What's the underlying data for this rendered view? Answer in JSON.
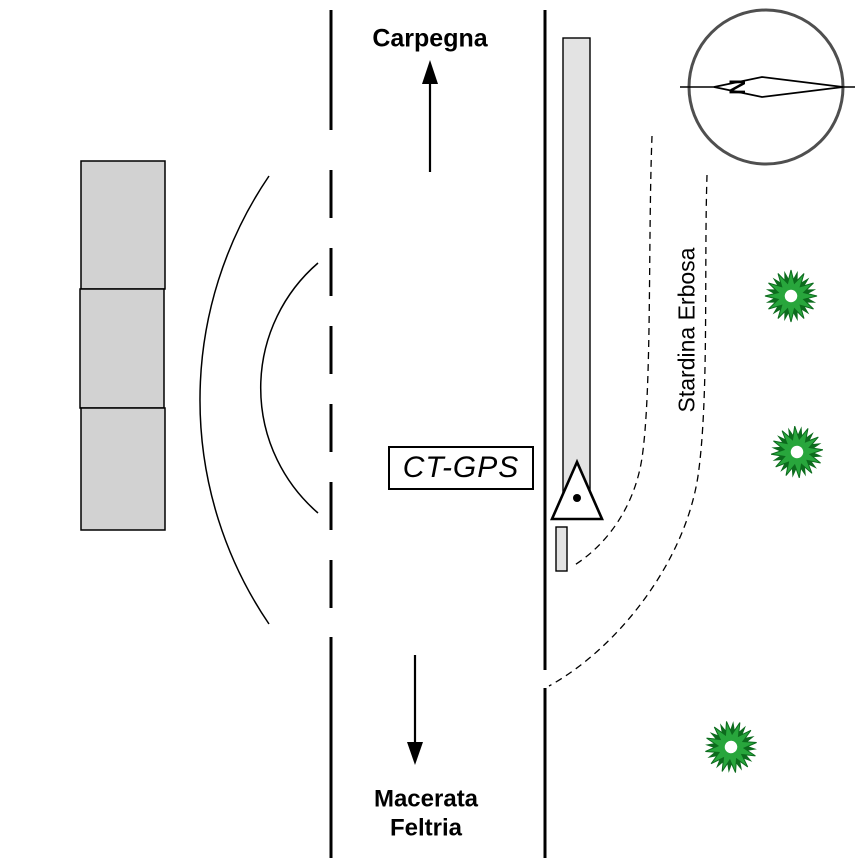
{
  "diagram": {
    "type": "site-sketch",
    "labels": {
      "north_destination": "Carpegna",
      "south_destination_line1": "Macerata",
      "south_destination_line2": "Feltria",
      "station": "CT-GPS",
      "lane": "Stardina Erbosa",
      "compass_north": "N"
    },
    "icons": {
      "tree-icon": "round spiky shrub with white center",
      "compass-rose": "circle with horizontal needle, rotated N letter",
      "survey-marker-icon": "triangle with center dot",
      "arrow-up-icon": "direction arrow toward Carpegna",
      "arrow-down-icon": "direction arrow toward Macerata Feltria"
    },
    "colors": {
      "building_fill": "#d2d2d2",
      "wall_fill": "#e3e3e3",
      "tree_green": "#28a63c",
      "tree_dark": "#0c6b1d",
      "compass_ring": "#4f4f4f",
      "ink": "#000000"
    }
  }
}
